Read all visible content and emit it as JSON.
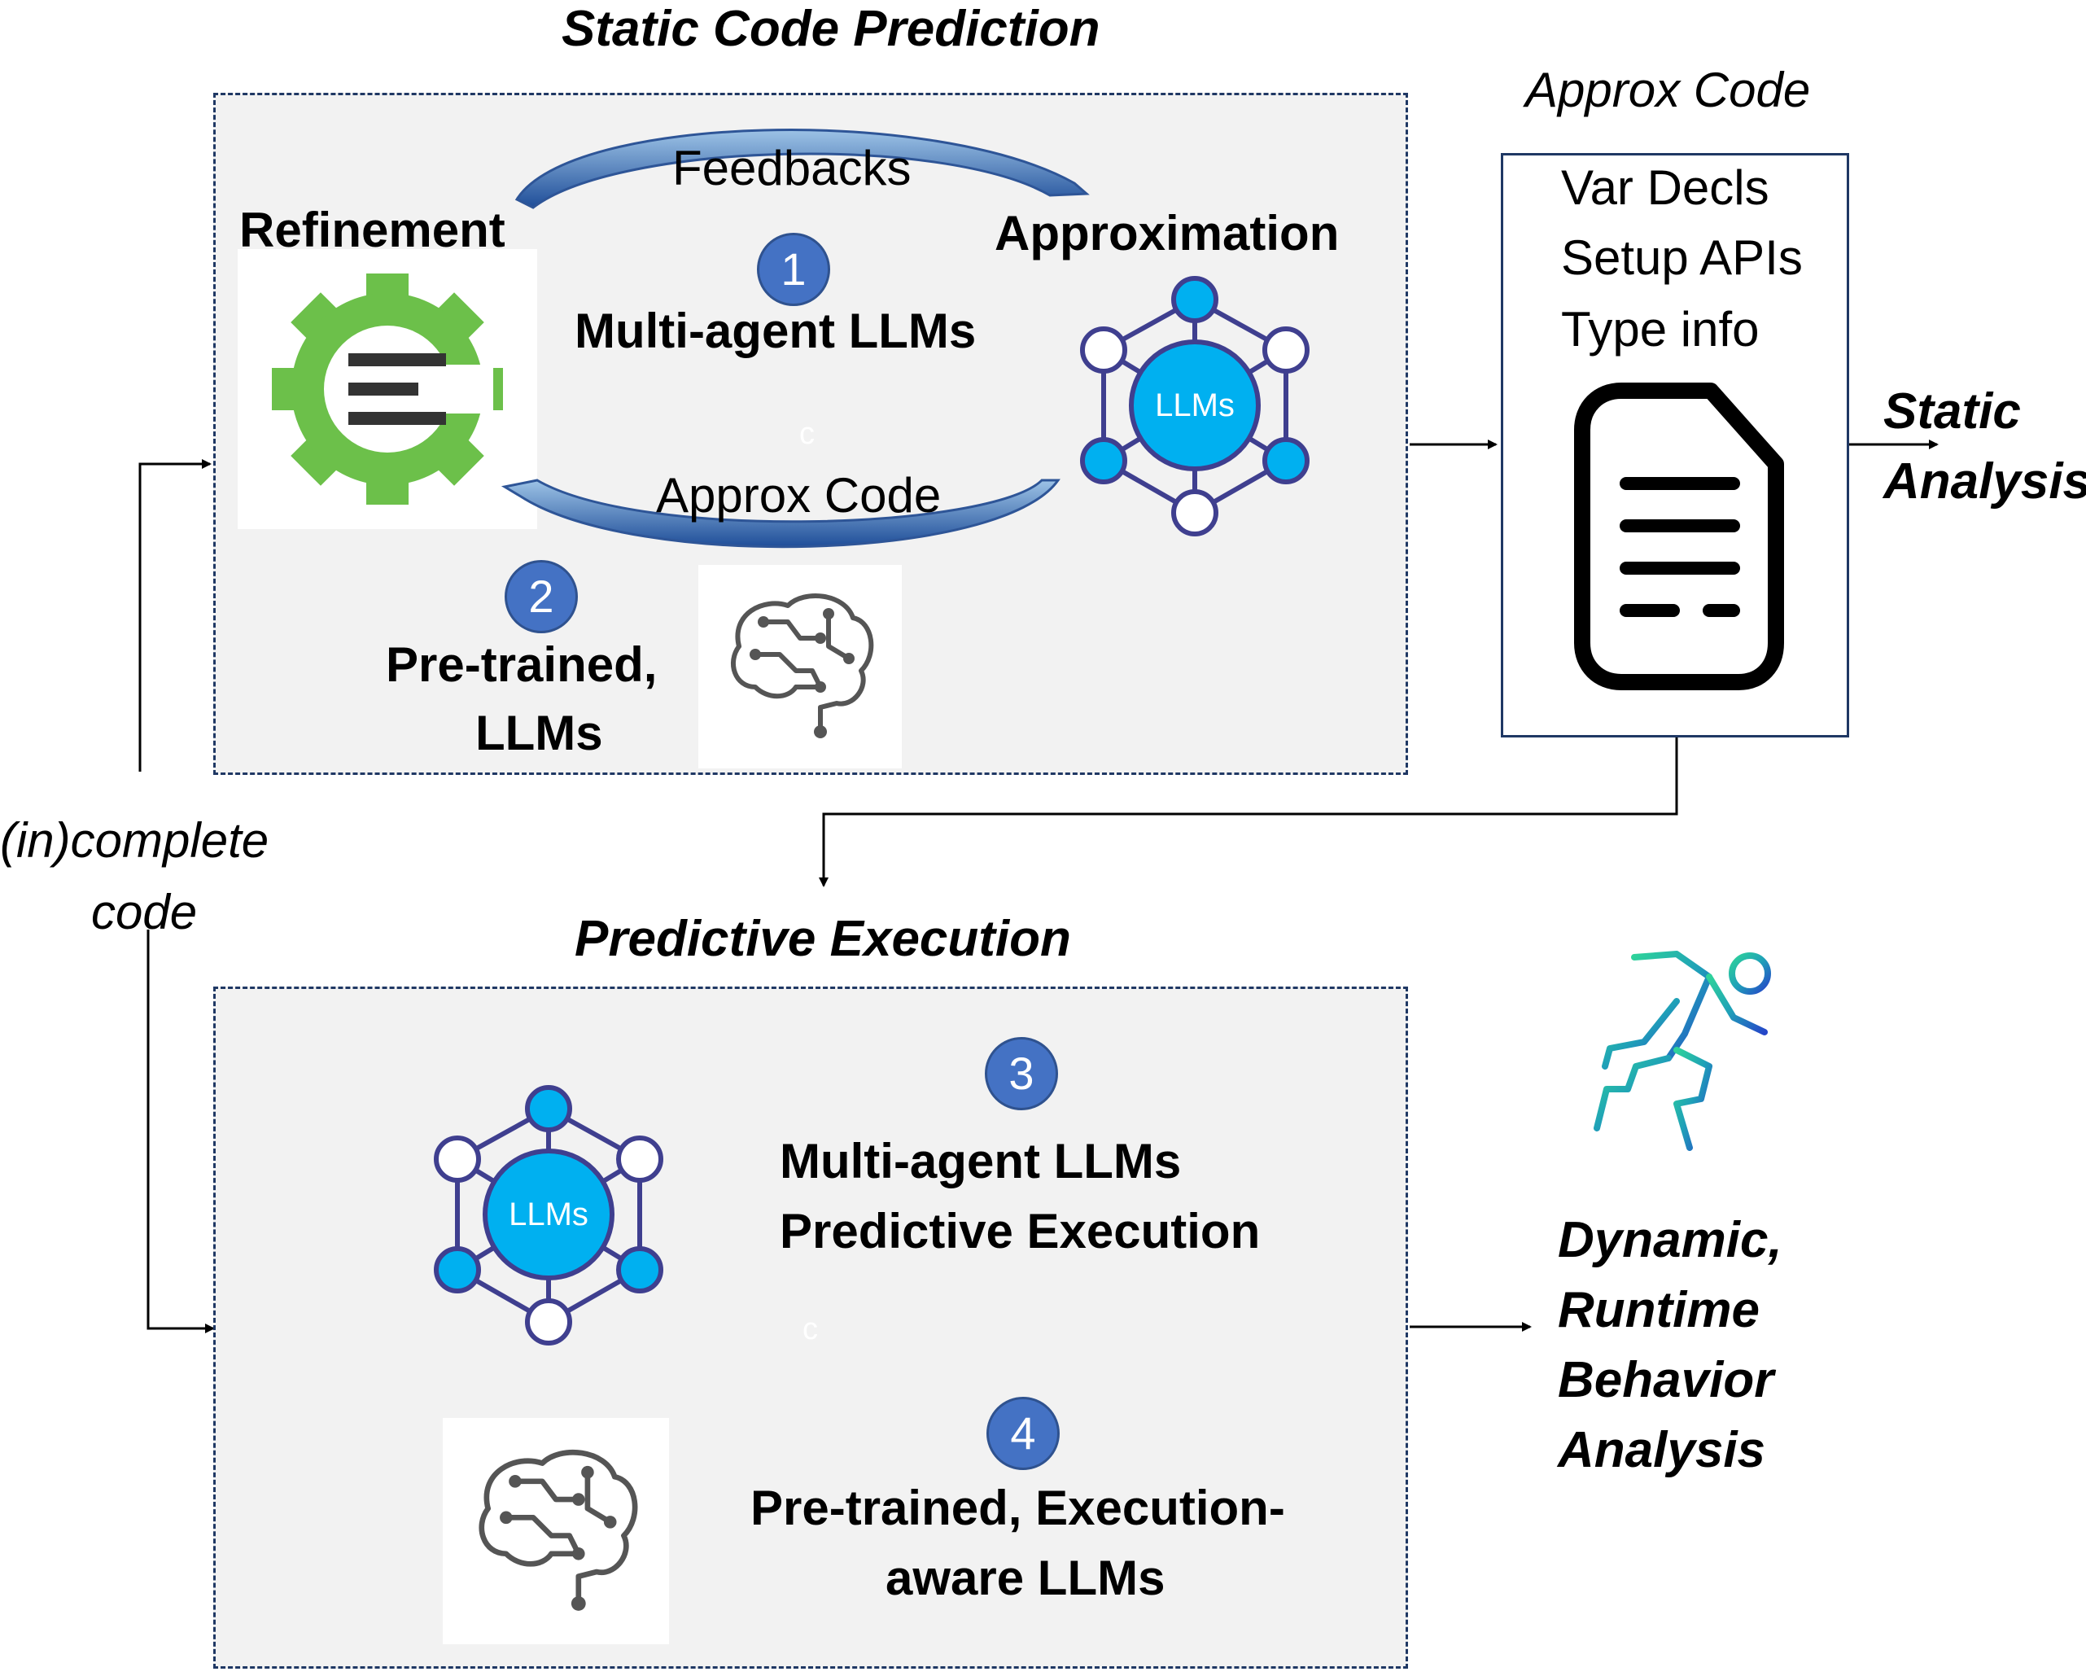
{
  "static_section": {
    "title": "Static Code Prediction",
    "refinement_label": "Refinement",
    "approximation_label": "Approximation",
    "feedbacks_label": "Feedbacks",
    "approx_code_label": "Approx Code",
    "step1_number": "1",
    "step1_label": "Multi-agent LLMs",
    "step2_number": "2",
    "step2_label_line1": "Pre-trained,",
    "step2_label_line2": "LLMs",
    "llms_node_label": "LLMs",
    "stray_glyph": "c"
  },
  "approx_code_box": {
    "title": "Approx Code",
    "items": [
      "Var Decls",
      "Setup APIs",
      "Type info"
    ]
  },
  "static_analysis": {
    "line1": "Static",
    "line2": "Analysis"
  },
  "incomplete_code": {
    "line1": "(in)complete",
    "line2": "code"
  },
  "predictive_section": {
    "title": "Predictive Execution",
    "llms_node_label": "LLMs",
    "step3_number": "3",
    "step3_line1": "Multi-agent LLMs",
    "step3_line2": "Predictive Execution",
    "step4_number": "4",
    "step4_line1": "Pre-trained, Execution-",
    "step4_line2": "aware LLMs",
    "stray_glyph": "c"
  },
  "dynamic_analysis": {
    "lines": [
      "Dynamic,",
      "Runtime",
      "Behavior",
      "Analysis"
    ]
  },
  "colors": {
    "panel_fill": "#f2f2f2",
    "panel_border": "#1f3864",
    "step_badge": "#4472c4",
    "gear_green": "#6cc04a",
    "node_cyan": "#00b0f0",
    "network_stroke": "#3f3f8f",
    "arrow_blue": "#2e5597"
  },
  "icons": [
    "gear-code-icon",
    "llm-network-icon",
    "brain-circuit-icon",
    "document-icon",
    "runner-icon"
  ]
}
